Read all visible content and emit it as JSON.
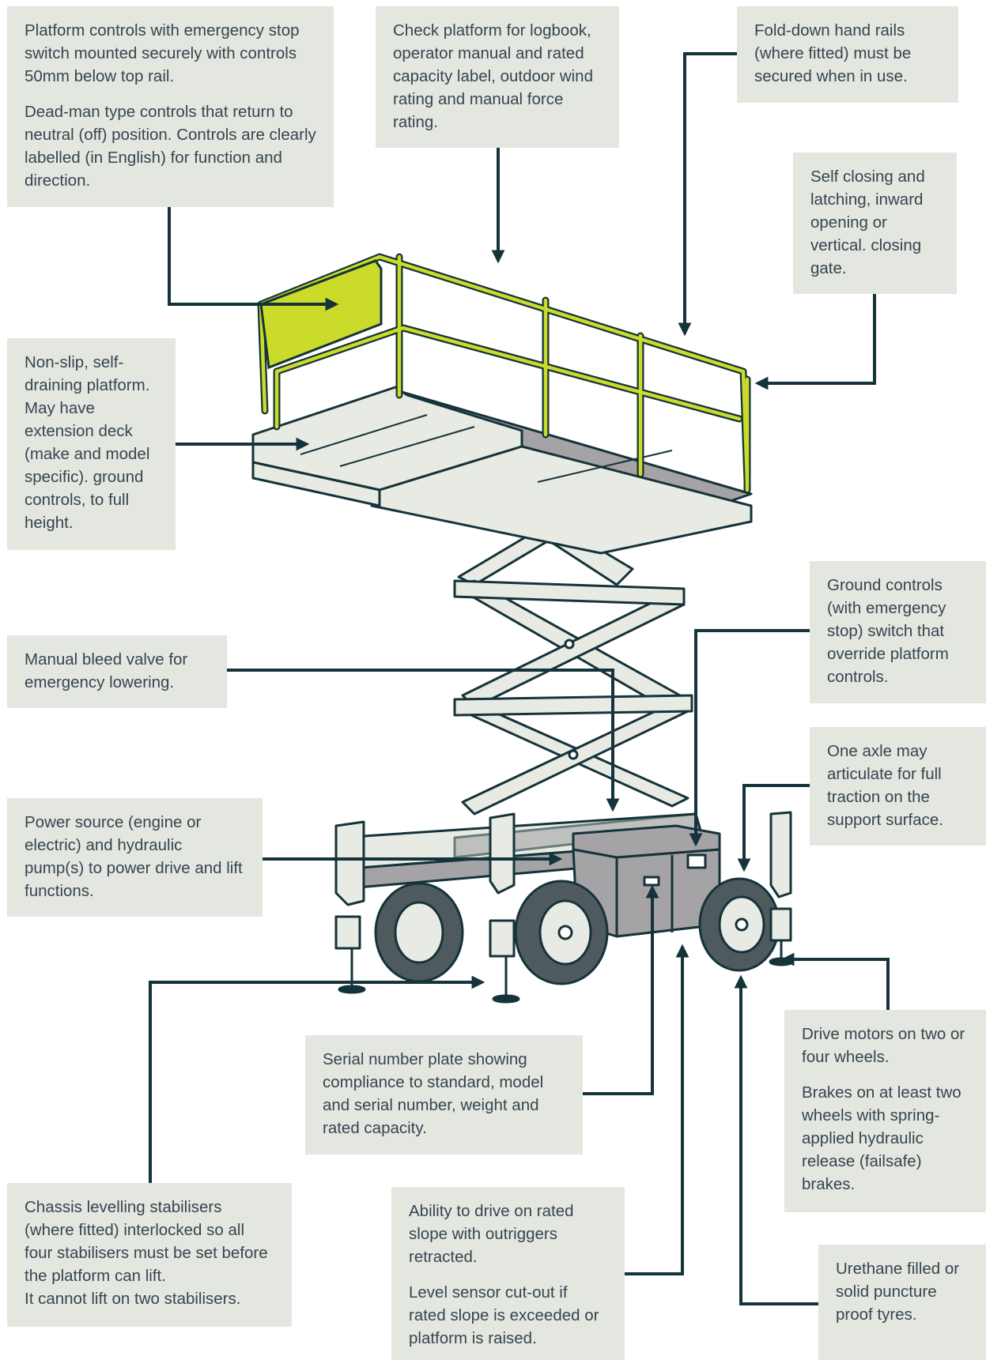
{
  "callouts": {
    "platform_controls": {
      "p1": "Platform controls with emergency stop switch mounted securely with controls 50mm below top rail.",
      "p2": "Dead-man type controls that return to neutral (off) position. Controls are clearly labelled (in English) for function and direction."
    },
    "check_platform": {
      "p1": "Check platform for logbook, operator manual and rated capacity label, outdoor wind rating and manual force rating."
    },
    "hand_rails": {
      "p1": "Fold-down hand rails (where fitted) must be secured when in use."
    },
    "gate": {
      "p1": "Self closing and latching, inward opening or vertical. closing gate."
    },
    "non_slip": {
      "p1": "Non-slip, self-draining platform. May have extension deck (make and model specific). ground controls, to full height."
    },
    "ground_controls": {
      "p1": "Ground controls (with emergency stop) switch that override platform controls."
    },
    "bleed_valve": {
      "p1": "Manual bleed valve for emergency lowering."
    },
    "axle": {
      "p1": "One axle may articulate for full traction on the support surface."
    },
    "power_source": {
      "p1": "Power source (engine or electric) and hydraulic pump(s) to power drive and lift functions."
    },
    "drive_motors": {
      "p1": "Drive motors on two or four wheels.",
      "p2": "Brakes on at least two wheels with spring-applied hydraulic release (failsafe) brakes."
    },
    "serial_plate": {
      "p1": "Serial number plate showing compliance to standard, model and serial number, weight and rated capacity."
    },
    "stabilisers": {
      "p1": "Chassis levelling stabilisers (where fitted) interlocked so all four stabilisers must be set before the platform can lift.",
      "p2": "It cannot lift on two stabilisers."
    },
    "slope": {
      "p1": "Ability to drive on rated slope with outriggers retracted.",
      "p2": "Level sensor cut-out if rated slope is exceeded or platform is raised."
    },
    "tyres": {
      "p1": "Urethane filled or solid puncture proof tyres."
    }
  },
  "colors": {
    "callout_bg": "#e3e7e0",
    "text": "#36454f",
    "arrow": "#15333a",
    "accent_yellow": "#cbdb2a",
    "machine_light": "#e8ebe3",
    "machine_grey": "#a5a3a6",
    "outline": "#15333a"
  }
}
